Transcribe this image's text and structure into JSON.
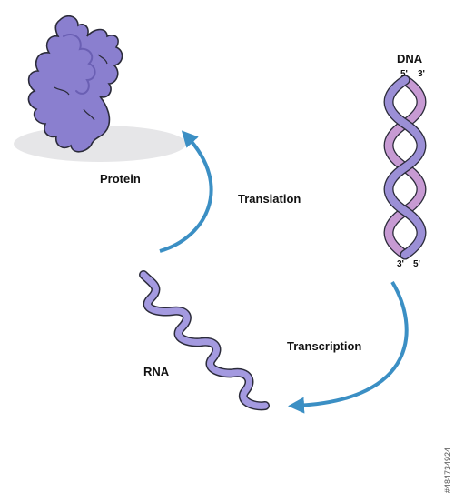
{
  "labels": {
    "protein": "Protein",
    "translation": "Translation",
    "dna": "DNA",
    "rna": "RNA",
    "transcription": "Transcription"
  },
  "dna_ends": {
    "top_left": "5'",
    "top_right": "3'",
    "bottom_left": "3'",
    "bottom_right": "5'"
  },
  "stock_id": "#484734924",
  "colors": {
    "arrow": "#3b8fc4",
    "protein_fill": "#8a7fcf",
    "protein_dark": "#6a5fb3",
    "dna_strand_a": "#9b8fd6",
    "dna_strand_b": "#c79ad3",
    "rna_fill": "#a49ae0",
    "outline": "#2b2b3a",
    "shadow": "#e6e6e8"
  }
}
